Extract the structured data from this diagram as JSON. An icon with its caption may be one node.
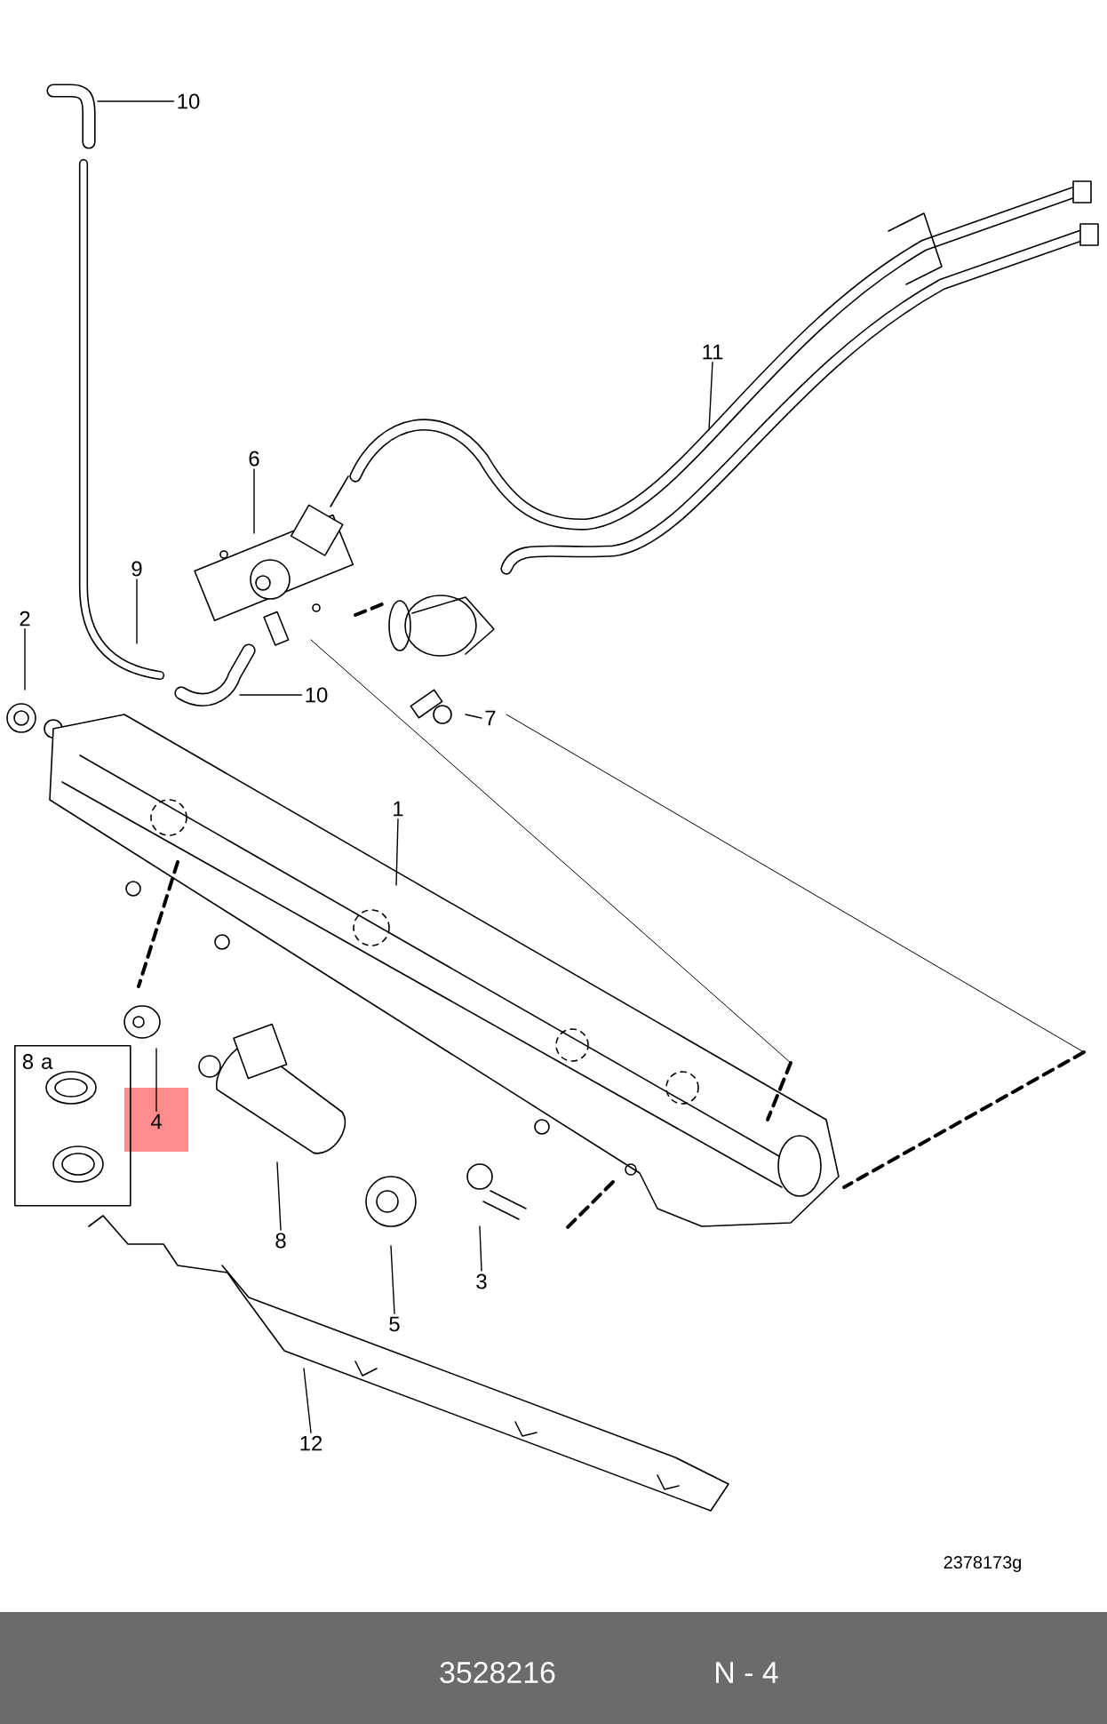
{
  "diagram": {
    "nodes": [
      {
        "text": [
          "10"
        ]
      },
      {
        "text": [
          "11"
        ]
      },
      {
        "text": [
          "6"
        ]
      },
      {
        "text": [
          "9"
        ]
      },
      {
        "text": [
          "2"
        ]
      },
      {
        "text": [
          "10"
        ]
      },
      {
        "text": [
          "7"
        ]
      },
      {
        "text": [
          "1"
        ]
      },
      {
        "text": [
          "8 a"
        ]
      },
      {
        "text": [
          "4"
        ]
      },
      {
        "text": [
          "8"
        ]
      },
      {
        "text": [
          "3"
        ]
      },
      {
        "text": [
          "5"
        ]
      },
      {
        "text": [
          "12"
        ]
      }
    ],
    "edges": [
      {
        "from": 0,
        "to": null,
        "arrow": "none"
      },
      {
        "from": 1,
        "to": null,
        "arrow": "none"
      },
      {
        "from": 2,
        "to": null,
        "arrow": "none"
      },
      {
        "from": 3,
        "to": null,
        "arrow": "none"
      },
      {
        "from": 4,
        "to": null,
        "arrow": "none"
      },
      {
        "from": 5,
        "to": null,
        "arrow": "none"
      },
      {
        "from": 6,
        "to": null,
        "arrow": "none"
      },
      {
        "from": 7,
        "to": null,
        "arrow": "none"
      },
      {
        "from": 9,
        "to": null,
        "arrow": "none"
      },
      {
        "from": 10,
        "to": null,
        "arrow": "none"
      },
      {
        "from": 11,
        "to": null,
        "arrow": "none"
      },
      {
        "from": 12,
        "to": null,
        "arrow": "none"
      },
      {
        "from": 13,
        "to": null,
        "arrow": "none"
      }
    ],
    "labels": [
      "2378173g",
      "3528216",
      "N - 4"
    ]
  }
}
